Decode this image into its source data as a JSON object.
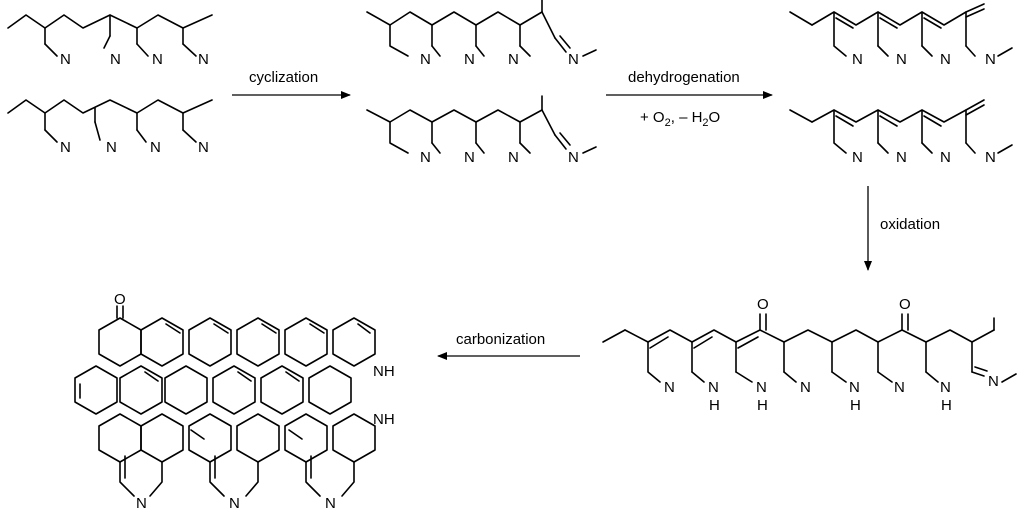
{
  "arrows": {
    "cyclization": "cyclization",
    "dehydrogenation": "dehydrogenation",
    "dehydrogenation_conditions": {
      "plus_o": "+ O",
      "o_sub": "2",
      "comma_h": ", – H",
      "h_sub": "2",
      "o_end": "O"
    },
    "oxidation": "oxidation",
    "carbonization": "carbonization"
  },
  "atoms": {
    "N": "N",
    "NH": "NH",
    "H": "H",
    "O": "O"
  }
}
